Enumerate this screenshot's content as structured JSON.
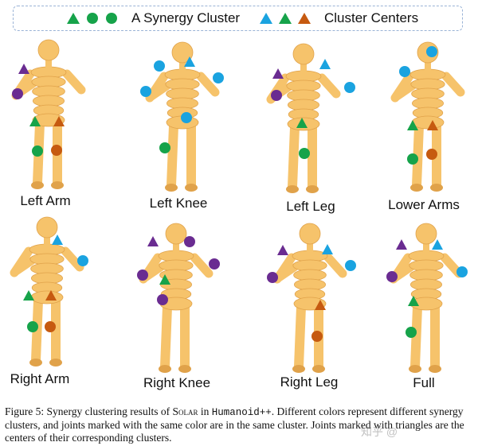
{
  "legend": {
    "synergy_label": "A Synergy Cluster",
    "centers_label": "Cluster Centers",
    "synergy_markers": [
      "green-triangle",
      "green-circle",
      "green-circle"
    ],
    "center_markers": [
      "blue-triangle",
      "green-triangle",
      "orange-triangle"
    ]
  },
  "colors": {
    "purple": "#6a2c91",
    "blue": "#1aa3e0",
    "green": "#16a34a",
    "orange": "#c65a10",
    "body": "#f6c36b",
    "legend_border": "#9ab3d6"
  },
  "figures": [
    {
      "label": "Left Arm"
    },
    {
      "label": "Left Knee"
    },
    {
      "label": "Left Leg"
    },
    {
      "label": "Lower Arms"
    },
    {
      "label": "Right Arm"
    },
    {
      "label": "Right Knee"
    },
    {
      "label": "Right Leg"
    },
    {
      "label": "Full"
    }
  ],
  "caption": {
    "prefix": "Figure 5: Synergy clustering results of ",
    "method": "Solar",
    "mid": " in ",
    "env": "Humanoid++",
    "rest": ". Different colors represent different synergy clusters, and joints marked with the same color are in the same cluster. Joints marked with triangles are the centers of their corresponding clusters."
  },
  "watermark": "知乎 @"
}
